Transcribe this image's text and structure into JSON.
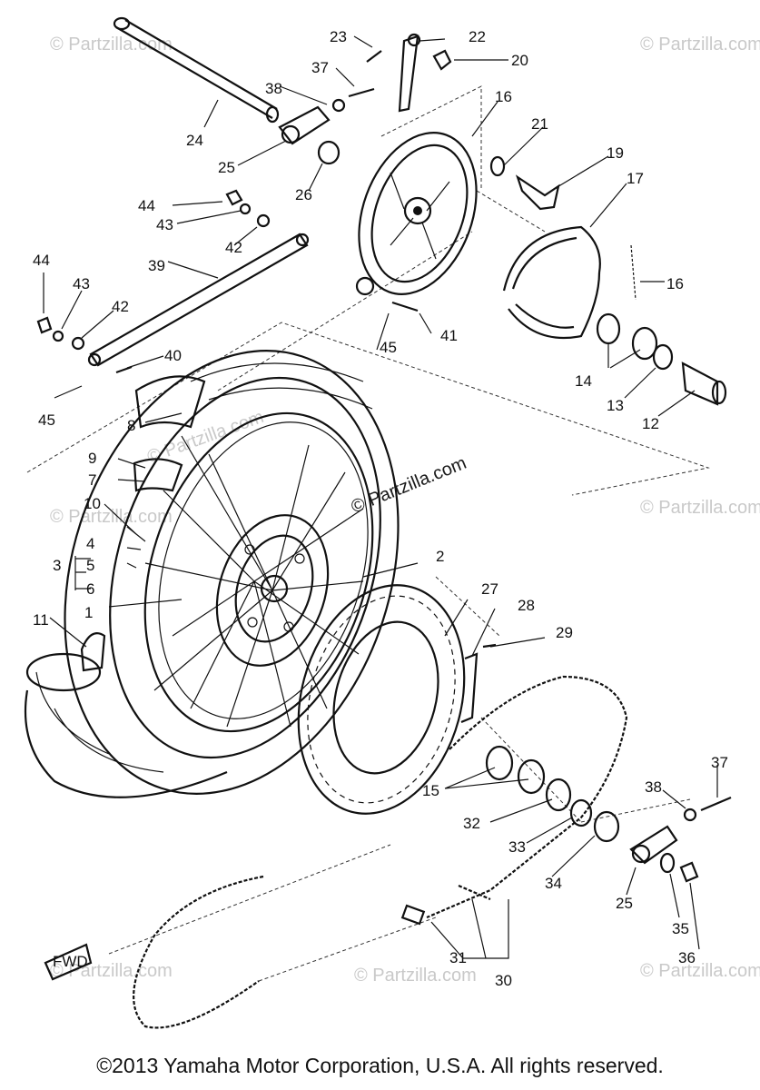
{
  "copyright": "©2013 Yamaha Motor Corporation, U.S.A. All rights reserved.",
  "watermark": "© Partzilla.com",
  "fwd_label": "FWD",
  "callouts": {
    "c1": "1",
    "c2": "2",
    "c3": "3",
    "c4": "4",
    "c5": "5",
    "c6": "6",
    "c7": "7",
    "c8": "8",
    "c9": "9",
    "c10": "10",
    "c11": "11",
    "c12": "12",
    "c13": "13",
    "c14": "14",
    "c15": "15",
    "c16a": "16",
    "c16b": "16",
    "c17": "17",
    "c19": "19",
    "c20": "20",
    "c21": "21",
    "c22": "22",
    "c23": "23",
    "c24": "24",
    "c25a": "25",
    "c25b": "25",
    "c26": "26",
    "c27": "27",
    "c28": "28",
    "c29": "29",
    "c30": "30",
    "c31": "31",
    "c32": "32",
    "c33": "33",
    "c34": "34",
    "c35": "35",
    "c36": "36",
    "c37a": "37",
    "c37b": "37",
    "c38a": "38",
    "c38b": "38",
    "c39": "39",
    "c40": "40",
    "c41": "41",
    "c42a": "42",
    "c42b": "42",
    "c43a": "43",
    "c43b": "43",
    "c44a": "44",
    "c44b": "44",
    "c45a": "45",
    "c45b": "45"
  },
  "colors": {
    "ink": "#111111",
    "watermark": "#c9c9c9",
    "background": "#ffffff"
  }
}
